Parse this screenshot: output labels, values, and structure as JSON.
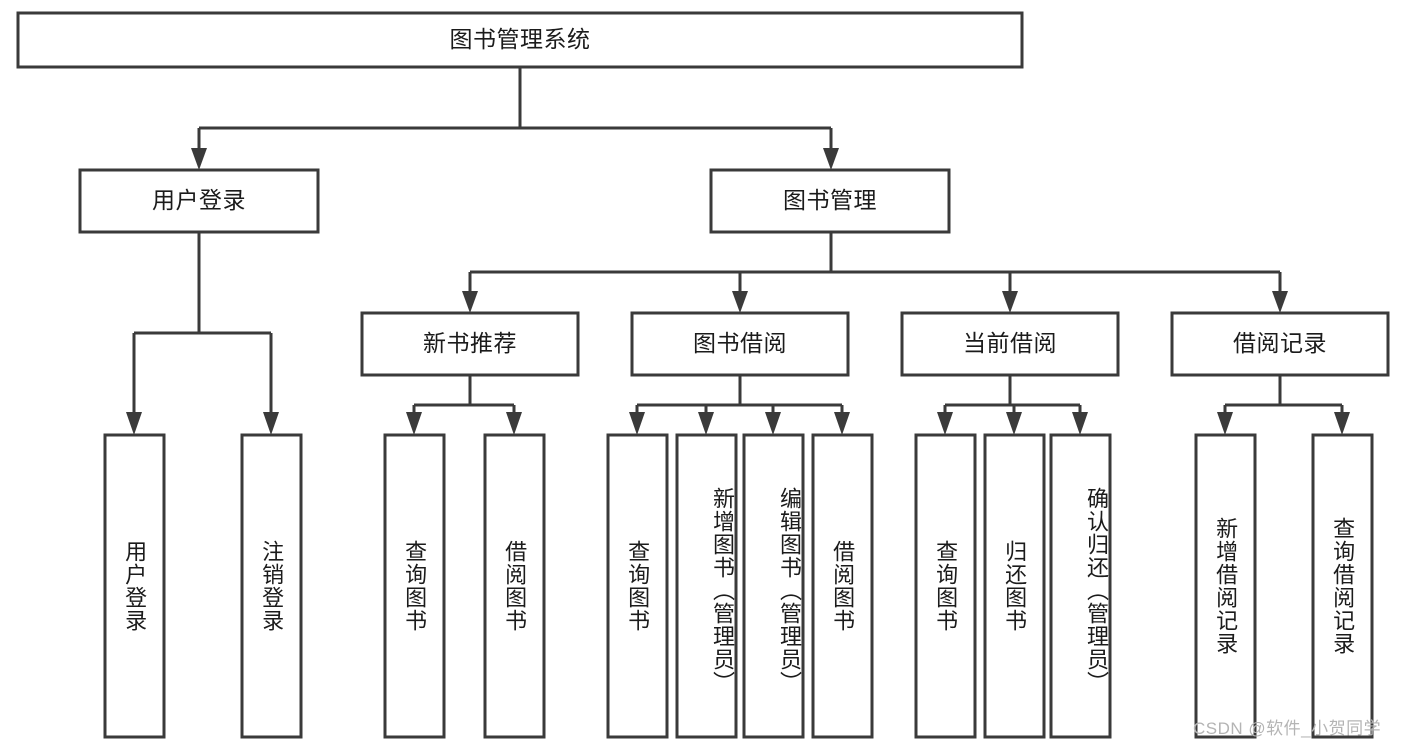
{
  "diagram": {
    "type": "tree",
    "title": "图书管理系统",
    "root": {
      "id": "root",
      "label": "图书管理系统",
      "orientation": "horizontal"
    },
    "level2": [
      {
        "id": "user-login",
        "label": "用户登录",
        "orientation": "horizontal"
      },
      {
        "id": "book-management",
        "label": "图书管理",
        "orientation": "horizontal"
      }
    ],
    "level3": [
      {
        "id": "new-book-recommend",
        "label": "新书推荐",
        "orientation": "horizontal",
        "parent": "book-management"
      },
      {
        "id": "book-borrow",
        "label": "图书借阅",
        "orientation": "horizontal",
        "parent": "book-management"
      },
      {
        "id": "current-borrow",
        "label": "当前借阅",
        "orientation": "horizontal",
        "parent": "book-management"
      },
      {
        "id": "borrow-record",
        "label": "借阅记录",
        "orientation": "horizontal",
        "parent": "book-management"
      }
    ],
    "leaves": [
      {
        "id": "leaf-user-login",
        "label": "用户登录",
        "orientation": "vertical",
        "parent": "user-login"
      },
      {
        "id": "leaf-logout-login",
        "label": "注销登录",
        "orientation": "vertical",
        "parent": "user-login"
      },
      {
        "id": "leaf-query-book-1",
        "label": "查询图书",
        "orientation": "vertical",
        "parent": "new-book-recommend"
      },
      {
        "id": "leaf-borrow-book-1",
        "label": "借阅图书",
        "orientation": "vertical",
        "parent": "new-book-recommend"
      },
      {
        "id": "leaf-query-book-2",
        "label": "查询图书",
        "orientation": "vertical",
        "parent": "book-borrow"
      },
      {
        "id": "leaf-add-book",
        "label": "新增图书（管理员）",
        "orientation": "vertical",
        "parent": "book-borrow"
      },
      {
        "id": "leaf-edit-book",
        "label": "编辑图书（管理员）",
        "orientation": "vertical",
        "parent": "book-borrow"
      },
      {
        "id": "leaf-borrow-book-2",
        "label": "借阅图书",
        "orientation": "vertical",
        "parent": "book-borrow"
      },
      {
        "id": "leaf-query-book-3",
        "label": "查询图书",
        "orientation": "vertical",
        "parent": "current-borrow"
      },
      {
        "id": "leaf-return-book",
        "label": "归还图书",
        "orientation": "vertical",
        "parent": "current-borrow"
      },
      {
        "id": "leaf-confirm-return",
        "label": "确认归还（管理员）",
        "orientation": "vertical",
        "parent": "current-borrow"
      },
      {
        "id": "leaf-add-record",
        "label": "新增借阅记录",
        "orientation": "vertical",
        "parent": "borrow-record"
      },
      {
        "id": "leaf-query-record",
        "label": "查询借阅记录",
        "orientation": "vertical",
        "parent": "borrow-record"
      }
    ],
    "watermark": "CSDN @软件_小贺同学",
    "colors": {
      "box_stroke": "#3a3a3a",
      "box_fill": "#ffffff",
      "text": "#1b1b1b",
      "background": "#ffffff",
      "watermark": "#b4b4b4"
    }
  }
}
